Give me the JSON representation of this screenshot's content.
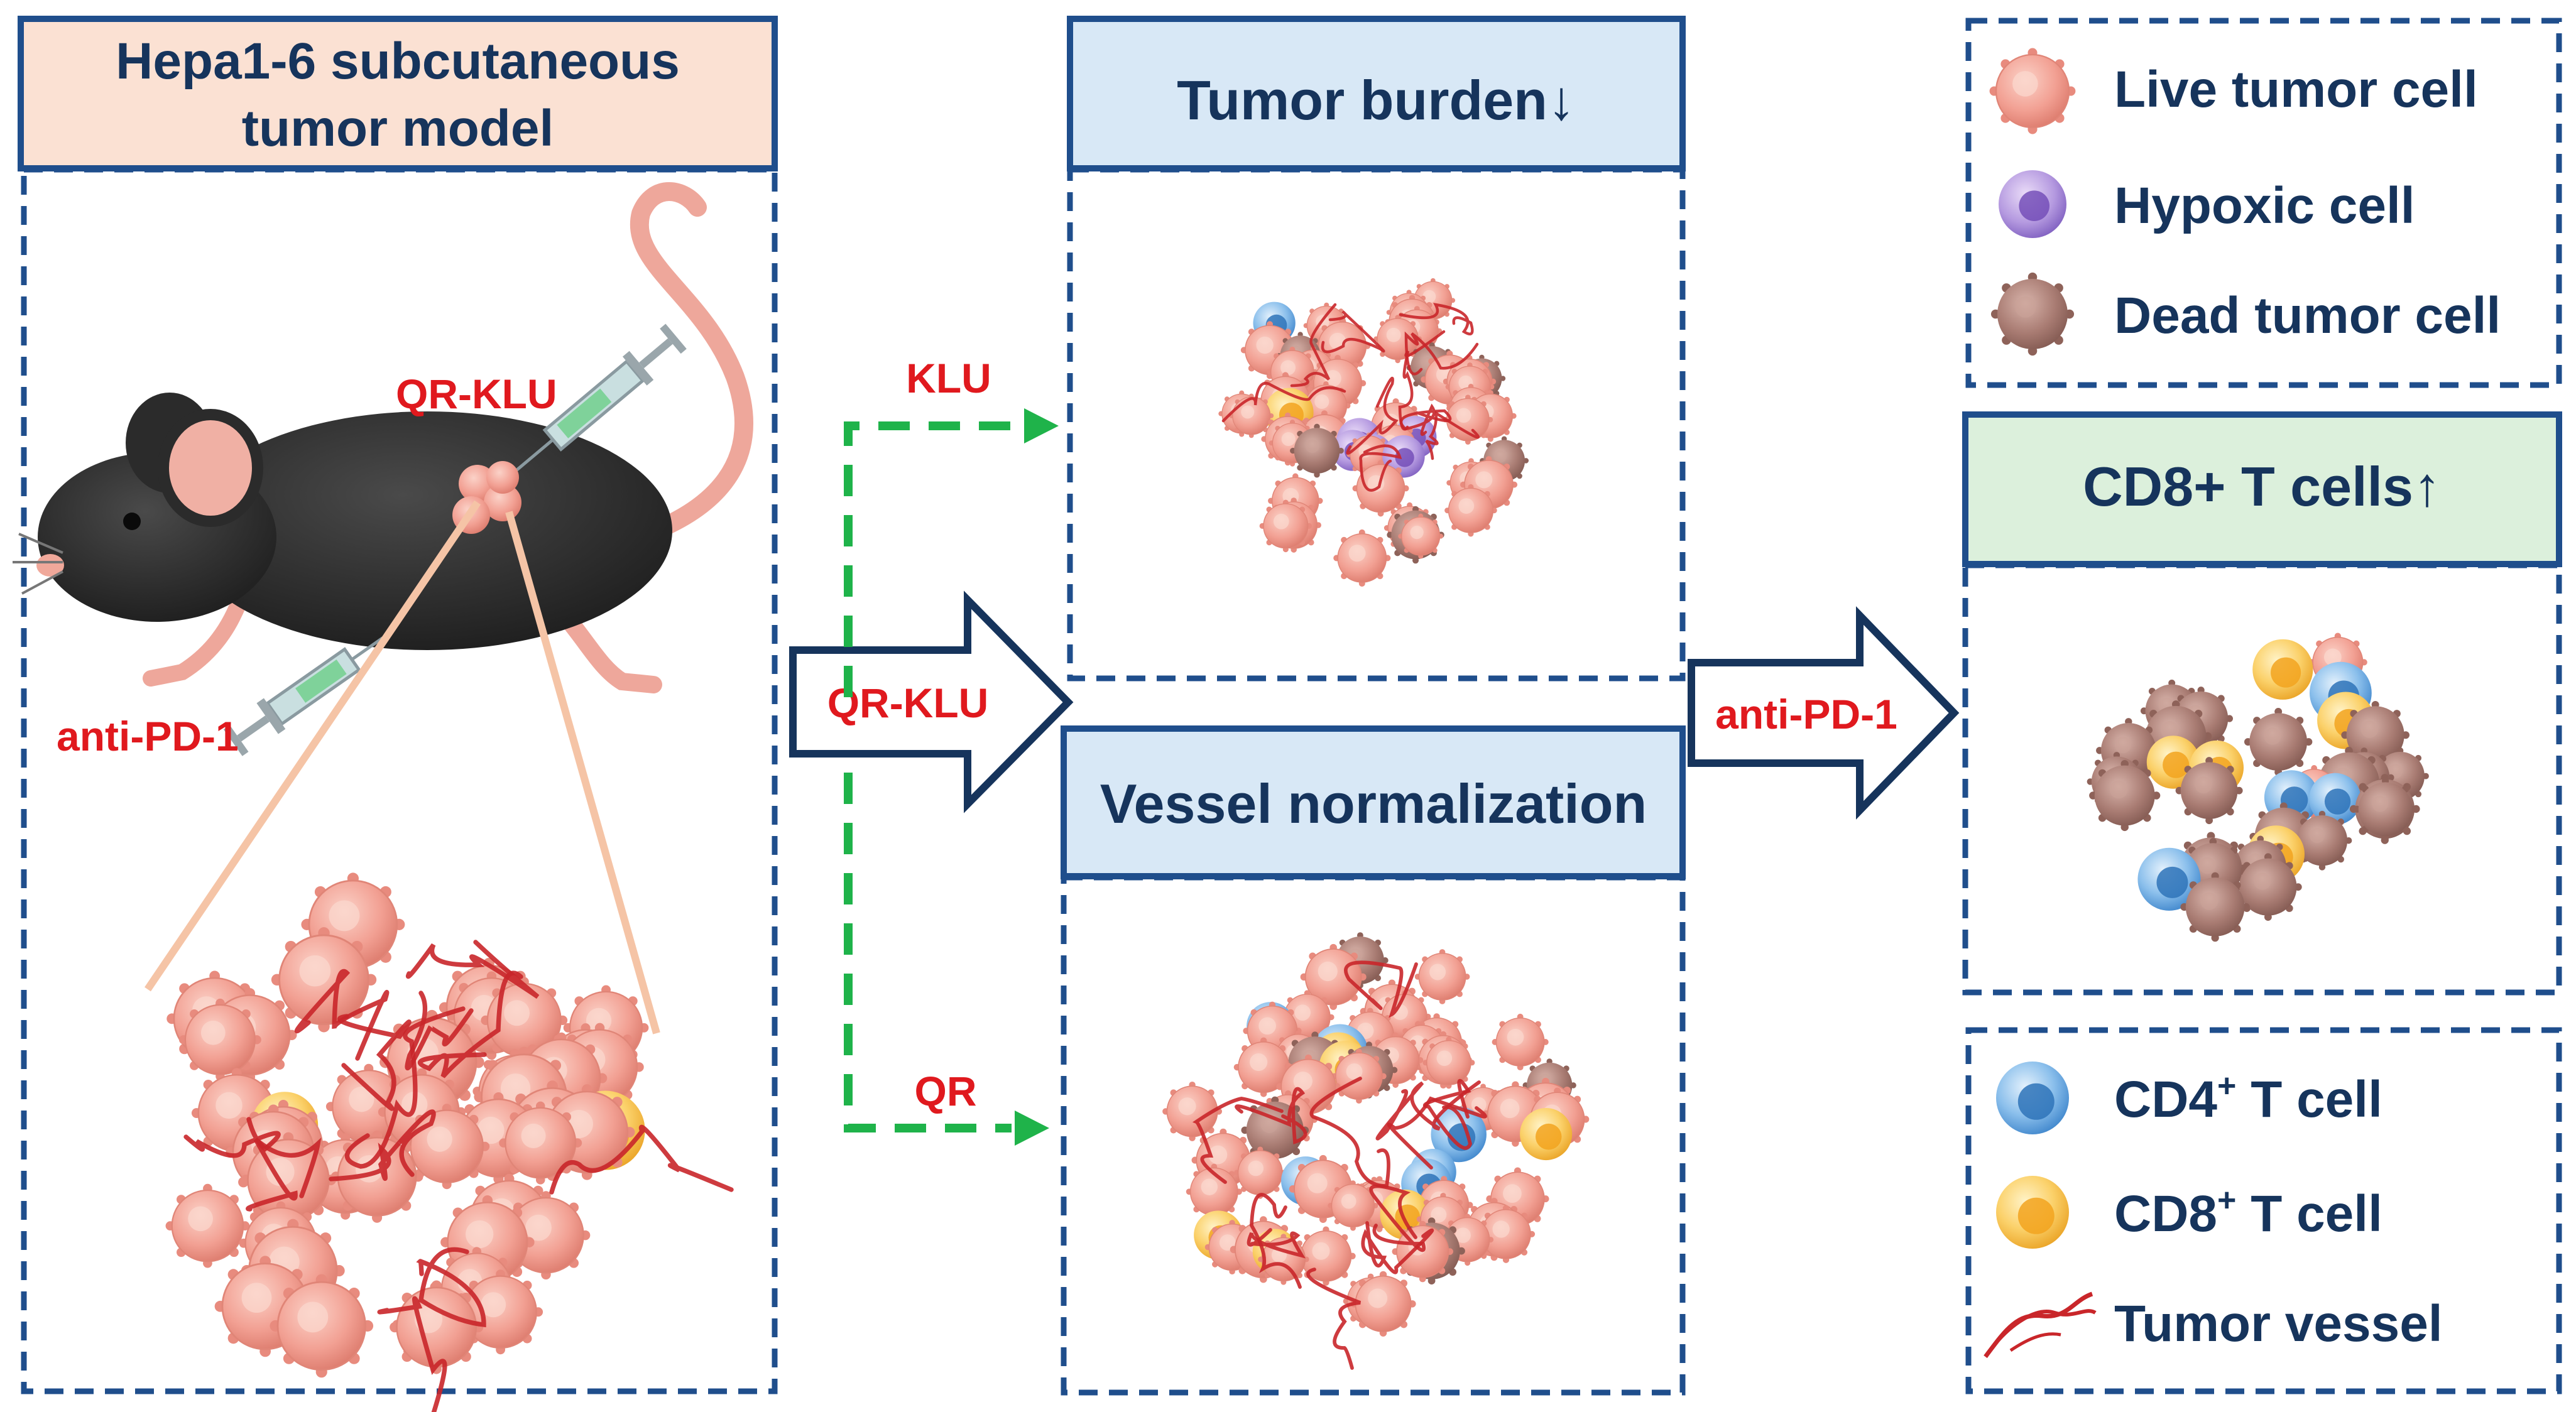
{
  "model_panel": {
    "title_line1": "Hepa1-6 subcutaneous",
    "title_line2": "tumor model",
    "label_qrklu": "QR-KLU",
    "label_antipd1": "anti-PD-1"
  },
  "treatment": {
    "main_arrow_label": "QR-KLU",
    "branch_klu": "KLU",
    "branch_qr": "QR"
  },
  "outcomes": {
    "tumor_burden": "Tumor burden↓",
    "vessel_normalization": "Vessel normalization"
  },
  "second_step": {
    "arrow_label": "anti-PD-1",
    "cd8_title": "CD8+ T cells↑"
  },
  "legend_top": {
    "live": "Live tumor cell",
    "hypoxic": "Hypoxic cell",
    "dead": "Dead tumor cell"
  },
  "legend_bottom": {
    "cd4_main": "CD4",
    "cd4_sup": "+",
    "cd4_rest": " T cell",
    "cd8_main": "CD8",
    "cd8_sup": "+",
    "cd8_rest": " T cell",
    "vessel": "Tumor vessel"
  },
  "colors": {
    "frame": "#1f4e8c",
    "text_dark": "#16345c",
    "red_label": "#e0191e",
    "green_dash": "#1fb34a",
    "header_peach": "#fbe1d3",
    "header_blue": "#d8e8f6",
    "header_green": "#dcf0dc",
    "tumor_pink": "#f2a093",
    "dead_brown": "#a97c73",
    "hypoxic_purple": "#9c7fd0",
    "cd4_blue": "#4f96d6",
    "cd8_yellow": "#f6bd3c",
    "vessel_red": "#c9262a"
  }
}
